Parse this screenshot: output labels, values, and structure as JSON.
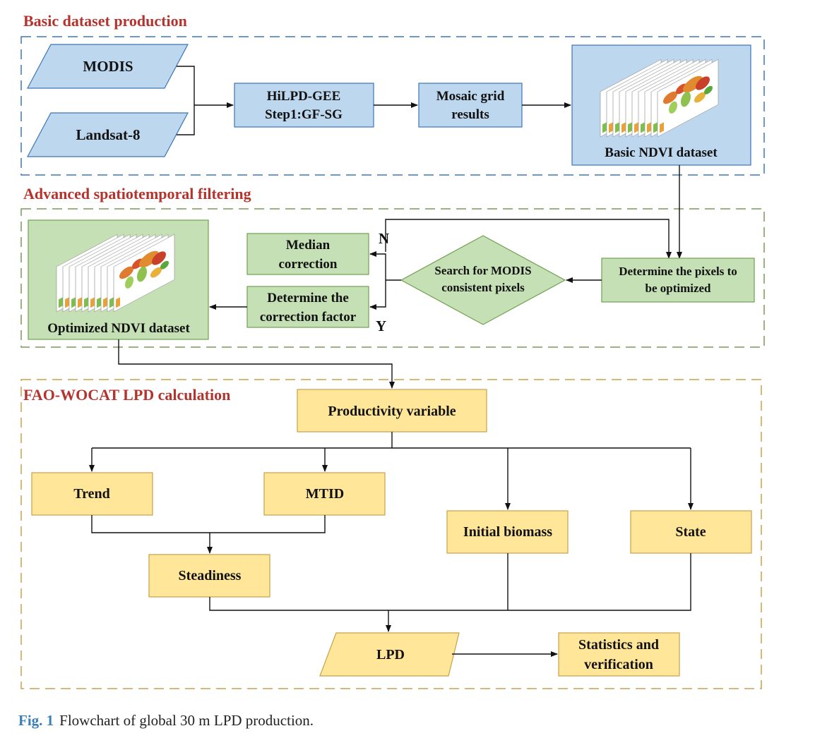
{
  "sections": {
    "basic": "Basic dataset production",
    "advanced": "Advanced spatiotemporal filtering",
    "lpd": "FAO-WOCAT LPD calculation"
  },
  "nodes": {
    "modis": "MODIS",
    "landsat": "Landsat-8",
    "hilpd_1": "HiLPD-GEE",
    "hilpd_2": "Step1:GF-SG",
    "mosaic_1": "Mosaic grid",
    "mosaic_2": "results",
    "basic_ndvi": "Basic NDVI dataset",
    "determine_pixels_1": "Determine the pixels to",
    "determine_pixels_2": "be optimized",
    "search_1": "Search for MODIS",
    "search_2": "consistent pixels",
    "median_1": "Median",
    "median_2": "correction",
    "factor_1": "Determine the",
    "factor_2": "correction factor",
    "optimized_ndvi": "Optimized NDVI dataset",
    "productivity": "Productivity variable",
    "trend": "Trend",
    "mtid": "MTID",
    "initial_biomass": "Initial biomass",
    "state": "State",
    "steadiness": "Steadiness",
    "lpd": "LPD",
    "stats_1": "Statistics and",
    "stats_2": "verification"
  },
  "branch_labels": {
    "no": "N",
    "yes": "Y"
  },
  "caption": {
    "label": "Fig. 1",
    "text": "Flowchart of global 30 m LPD production."
  },
  "colors": {
    "blue_fill": "#bdd7ee",
    "green_fill": "#c5e0b4",
    "yellow_fill": "#ffe699",
    "blue_border": "#3d76b7",
    "green_border": "#70a050",
    "yellow_border": "#c8a04a",
    "title_red": "#b5332d"
  }
}
